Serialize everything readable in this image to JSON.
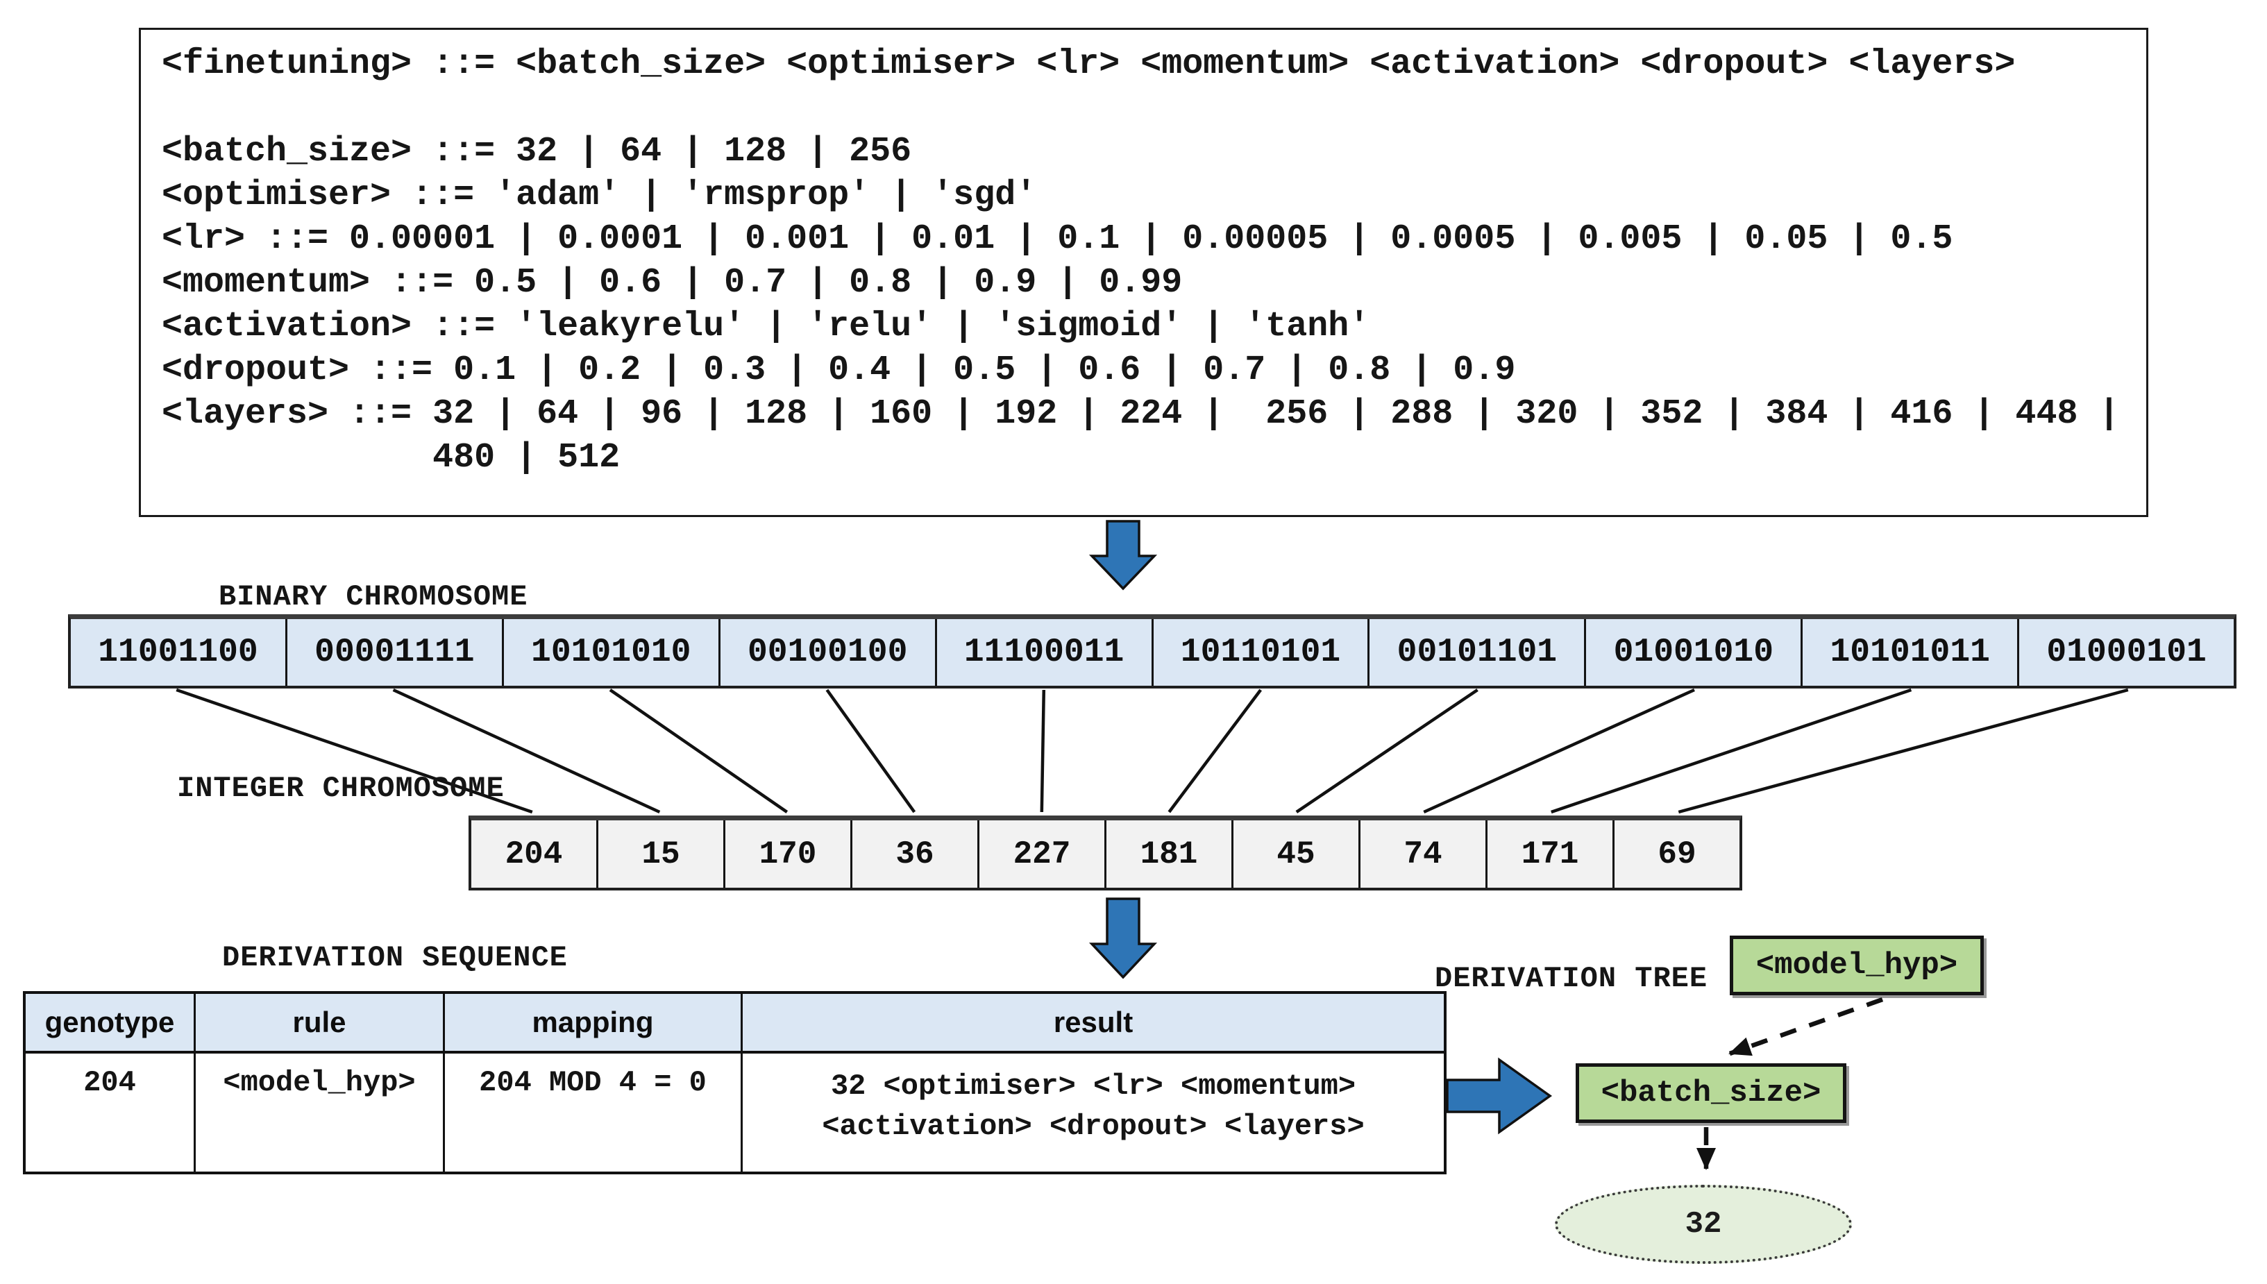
{
  "grammar": {
    "lines": [
      "<finetuning> ::= <batch_size> <optimiser> <lr> <momentum> <activation> <dropout> <layers>",
      "",
      "<batch_size> ::= 32 | 64 | 128 | 256",
      "<optimiser> ::= 'adam' | 'rmsprop' | 'sgd'",
      "<lr> ::= 0.00001 | 0.0001 | 0.001 | 0.01 | 0.1 | 0.00005 | 0.0005 | 0.005 | 0.05 | 0.5",
      "<momentum> ::= 0.5 | 0.6 | 0.7 | 0.8 | 0.9 | 0.99",
      "<activation> ::= 'leakyrelu' | 'relu' | 'sigmoid' | 'tanh'",
      "<dropout> ::= 0.1 | 0.2 | 0.3 | 0.4 | 0.5 | 0.6 | 0.7 | 0.8 | 0.9",
      "<layers> ::= 32 | 64 | 96 | 128 | 160 | 192 | 224 |  256 | 288 | 320 | 352 | 384 | 416 | 448 |",
      "             480 | 512"
    ]
  },
  "binary_chromosome": {
    "label": "BINARY CHROMOSOME",
    "cells": [
      "11001100",
      "00001111",
      "10101010",
      "00100100",
      "11100011",
      "10110101",
      "00101101",
      "01001010",
      "10101011",
      "01000101"
    ]
  },
  "integer_chromosome": {
    "label": "INTEGER CHROMOSOME",
    "cells": [
      "204",
      "15",
      "170",
      "36",
      "227",
      "181",
      "45",
      "74",
      "171",
      "69"
    ]
  },
  "derivation_sequence": {
    "label": "DERIVATION SEQUENCE",
    "headers": [
      "genotype",
      "rule",
      "mapping",
      "result"
    ],
    "row": {
      "genotype": "204",
      "rule": "<model_hyp>",
      "mapping": "204 MOD 4 = 0",
      "result_lines": [
        "32 <optimiser> <lr> <momentum>",
        "<activation> <dropout> <layers>"
      ]
    }
  },
  "derivation_tree": {
    "label": "DERIVATION TREE",
    "root": "<model_hyp>",
    "middle": "<batch_size>",
    "leaf": "32"
  },
  "icons": {
    "down_arrow": "block down arrow",
    "right_arrow": "block right arrow",
    "dashed_arrow": "dashed derivation arrow"
  },
  "colors": {
    "cell_blue": "#dbe7f4",
    "cell_gray": "#f2f2f2",
    "arrow_blue": "#2e75b6",
    "node_green": "#b7d998",
    "leaf_green": "#e4efdc",
    "line_dark": "#111111"
  }
}
